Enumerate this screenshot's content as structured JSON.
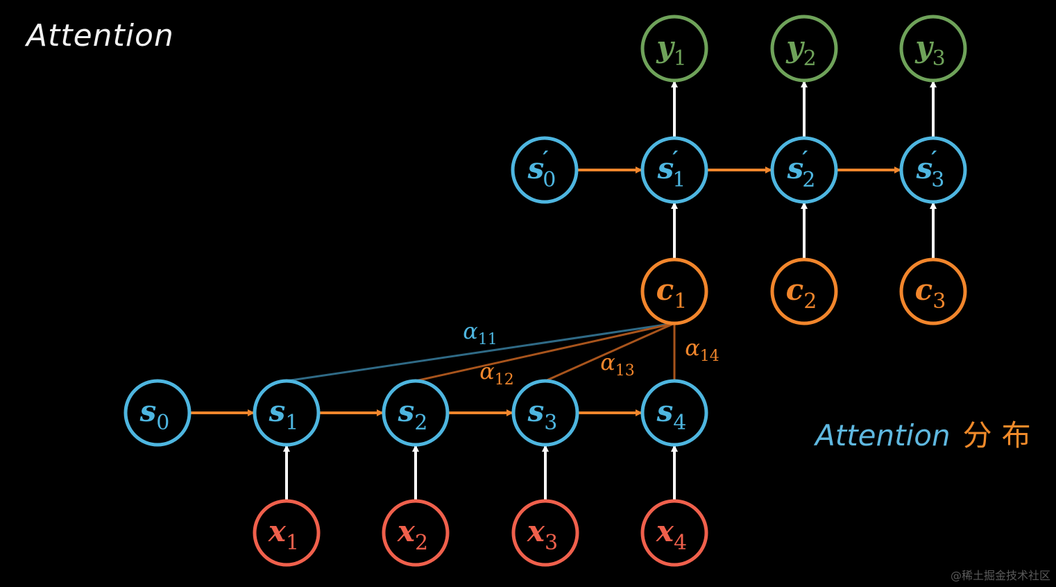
{
  "title": "Attention",
  "caption": {
    "part1": "Attention",
    "part2": "分布"
  },
  "watermark": "@稀土掘金技术社区",
  "colors": {
    "encoder": "#4eb6e0",
    "decoder": "#4eb6e0",
    "input": "#f0604c",
    "context": "#f2862c",
    "output": "#6fa35a",
    "arrow_orange": "#f2862c",
    "arrow_white": "#ffffff",
    "alpha_blue": "#2f6a86",
    "alpha_brown": "#a8541c"
  },
  "nodes": {
    "encoder": [
      {
        "id": "s0",
        "base": "s",
        "sub": "0"
      },
      {
        "id": "s1",
        "base": "s",
        "sub": "1"
      },
      {
        "id": "s2",
        "base": "s",
        "sub": "2"
      },
      {
        "id": "s3",
        "base": "s",
        "sub": "3"
      },
      {
        "id": "s4",
        "base": "s",
        "sub": "4"
      }
    ],
    "inputs": [
      {
        "id": "x1",
        "base": "x",
        "sub": "1"
      },
      {
        "id": "x2",
        "base": "x",
        "sub": "2"
      },
      {
        "id": "x3",
        "base": "x",
        "sub": "3"
      },
      {
        "id": "x4",
        "base": "x",
        "sub": "4"
      }
    ],
    "decoder": [
      {
        "id": "sp0",
        "base": "s′",
        "sub": "0"
      },
      {
        "id": "sp1",
        "base": "s′",
        "sub": "1"
      },
      {
        "id": "sp2",
        "base": "s′",
        "sub": "2"
      },
      {
        "id": "sp3",
        "base": "s′",
        "sub": "3"
      }
    ],
    "contexts": [
      {
        "id": "c1",
        "base": "c",
        "sub": "1"
      },
      {
        "id": "c2",
        "base": "c",
        "sub": "2"
      },
      {
        "id": "c3",
        "base": "c",
        "sub": "3"
      }
    ],
    "outputs": [
      {
        "id": "y1",
        "base": "y",
        "sub": "1"
      },
      {
        "id": "y2",
        "base": "y",
        "sub": "2"
      },
      {
        "id": "y3",
        "base": "y",
        "sub": "3"
      }
    ]
  },
  "alphas": [
    {
      "from": "s1",
      "label_base": "α",
      "label_sub": "11",
      "color": "blue"
    },
    {
      "from": "s2",
      "label_base": "α",
      "label_sub": "12",
      "color": "brown"
    },
    {
      "from": "s3",
      "label_base": "α",
      "label_sub": "13",
      "color": "brown"
    },
    {
      "from": "s4",
      "label_base": "α",
      "label_sub": "14",
      "color": "brown"
    }
  ]
}
